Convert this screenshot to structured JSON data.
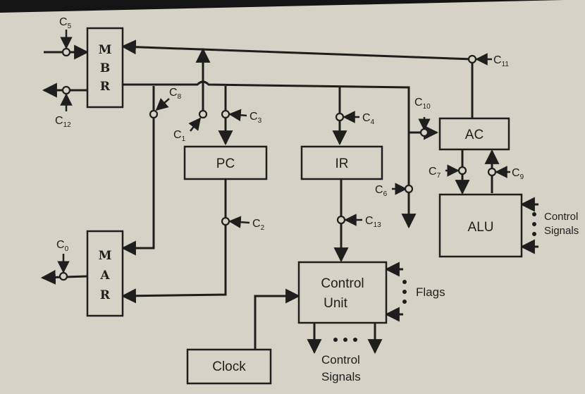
{
  "colors": {
    "page": "#d6d2c6",
    "ink": "#1e1e1e",
    "shadow": "#141414"
  },
  "blocks": {
    "mbr": [
      "M",
      "B",
      "R"
    ],
    "mar": [
      "M",
      "A",
      "R"
    ],
    "pc": "PC",
    "ir": "IR",
    "ac": "AC",
    "alu": "ALU",
    "control_unit": [
      "Control",
      "Unit"
    ],
    "clock": "Clock"
  },
  "signals": {
    "c0": "C",
    "c0_sub": "0",
    "c1": "C",
    "c1_sub": "1",
    "c2": "C",
    "c2_sub": "2",
    "c3": "C",
    "c3_sub": "3",
    "c4": "C",
    "c4_sub": "4",
    "c5": "C",
    "c5_sub": "5",
    "c6": "C",
    "c6_sub": "6",
    "c7": "C",
    "c7_sub": "7",
    "c8": "C",
    "c8_sub": "8",
    "c9": "C",
    "c9_sub": "9",
    "c10": "C",
    "c10_sub": "10",
    "c11": "C",
    "c11_sub": "11",
    "c12": "C",
    "c12_sub": "12",
    "c13": "C",
    "c13_sub": "13"
  },
  "labels": {
    "alu_control": [
      "Control",
      "Signals"
    ],
    "flags": "Flags",
    "cu_control": [
      "Control",
      "Signals"
    ]
  }
}
